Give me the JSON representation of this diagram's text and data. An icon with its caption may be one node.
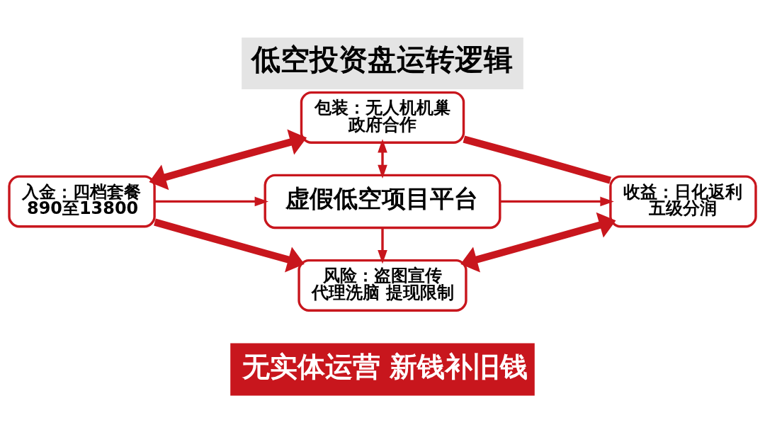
{
  "diagram": {
    "title": "低空投资盘运转逻辑",
    "caption": "无实体运营 新钱补旧钱",
    "nodes": [
      {
        "text": [
          "包装：无人机机巢",
          "政府合作"
        ]
      },
      {
        "text": [
          "入金：四档套餐",
          "890至13800"
        ]
      },
      {
        "text": [
          "虚假低空项目平台"
        ]
      },
      {
        "text": [
          "收益：日化返利",
          "五级分润"
        ]
      },
      {
        "text": [
          "风险：盗图宣传",
          "代理洗脑 提现限制"
        ]
      }
    ],
    "edges": [
      {
        "from": 1,
        "to": 0,
        "arrow": "both",
        "style": "thick"
      },
      {
        "from": 0,
        "to": 3,
        "arrow": "none",
        "style": "thick"
      },
      {
        "from": 0,
        "to": 2,
        "arrow": "both"
      },
      {
        "from": 1,
        "to": 2,
        "arrow": "to"
      },
      {
        "from": 2,
        "to": 3,
        "arrow": "to"
      },
      {
        "from": 2,
        "to": 4,
        "arrow": "to"
      },
      {
        "from": 1,
        "to": 4,
        "arrow": "to",
        "style": "thick"
      },
      {
        "from": 4,
        "to": 3,
        "arrow": "both",
        "style": "thick"
      }
    ]
  }
}
